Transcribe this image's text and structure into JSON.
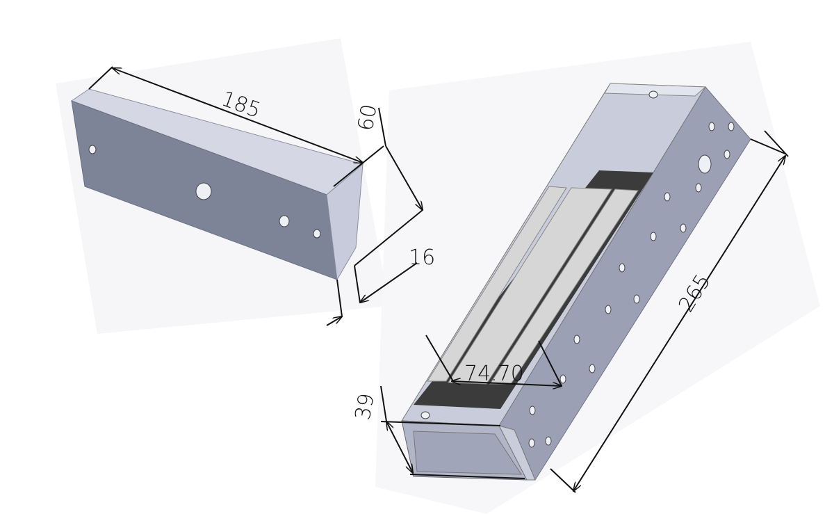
{
  "dimensions": {
    "armature_length": "185",
    "armature_width": "60",
    "armature_thickness": "16",
    "magnet_length": "265",
    "magnet_width": "74.70",
    "magnet_height": "39"
  },
  "colors": {
    "face_dark": "#7f8597",
    "face_mid": "#9da2b6",
    "face_light": "#d3d6e3",
    "band": "#3a3a3a",
    "pole": "#d6d6d6"
  }
}
